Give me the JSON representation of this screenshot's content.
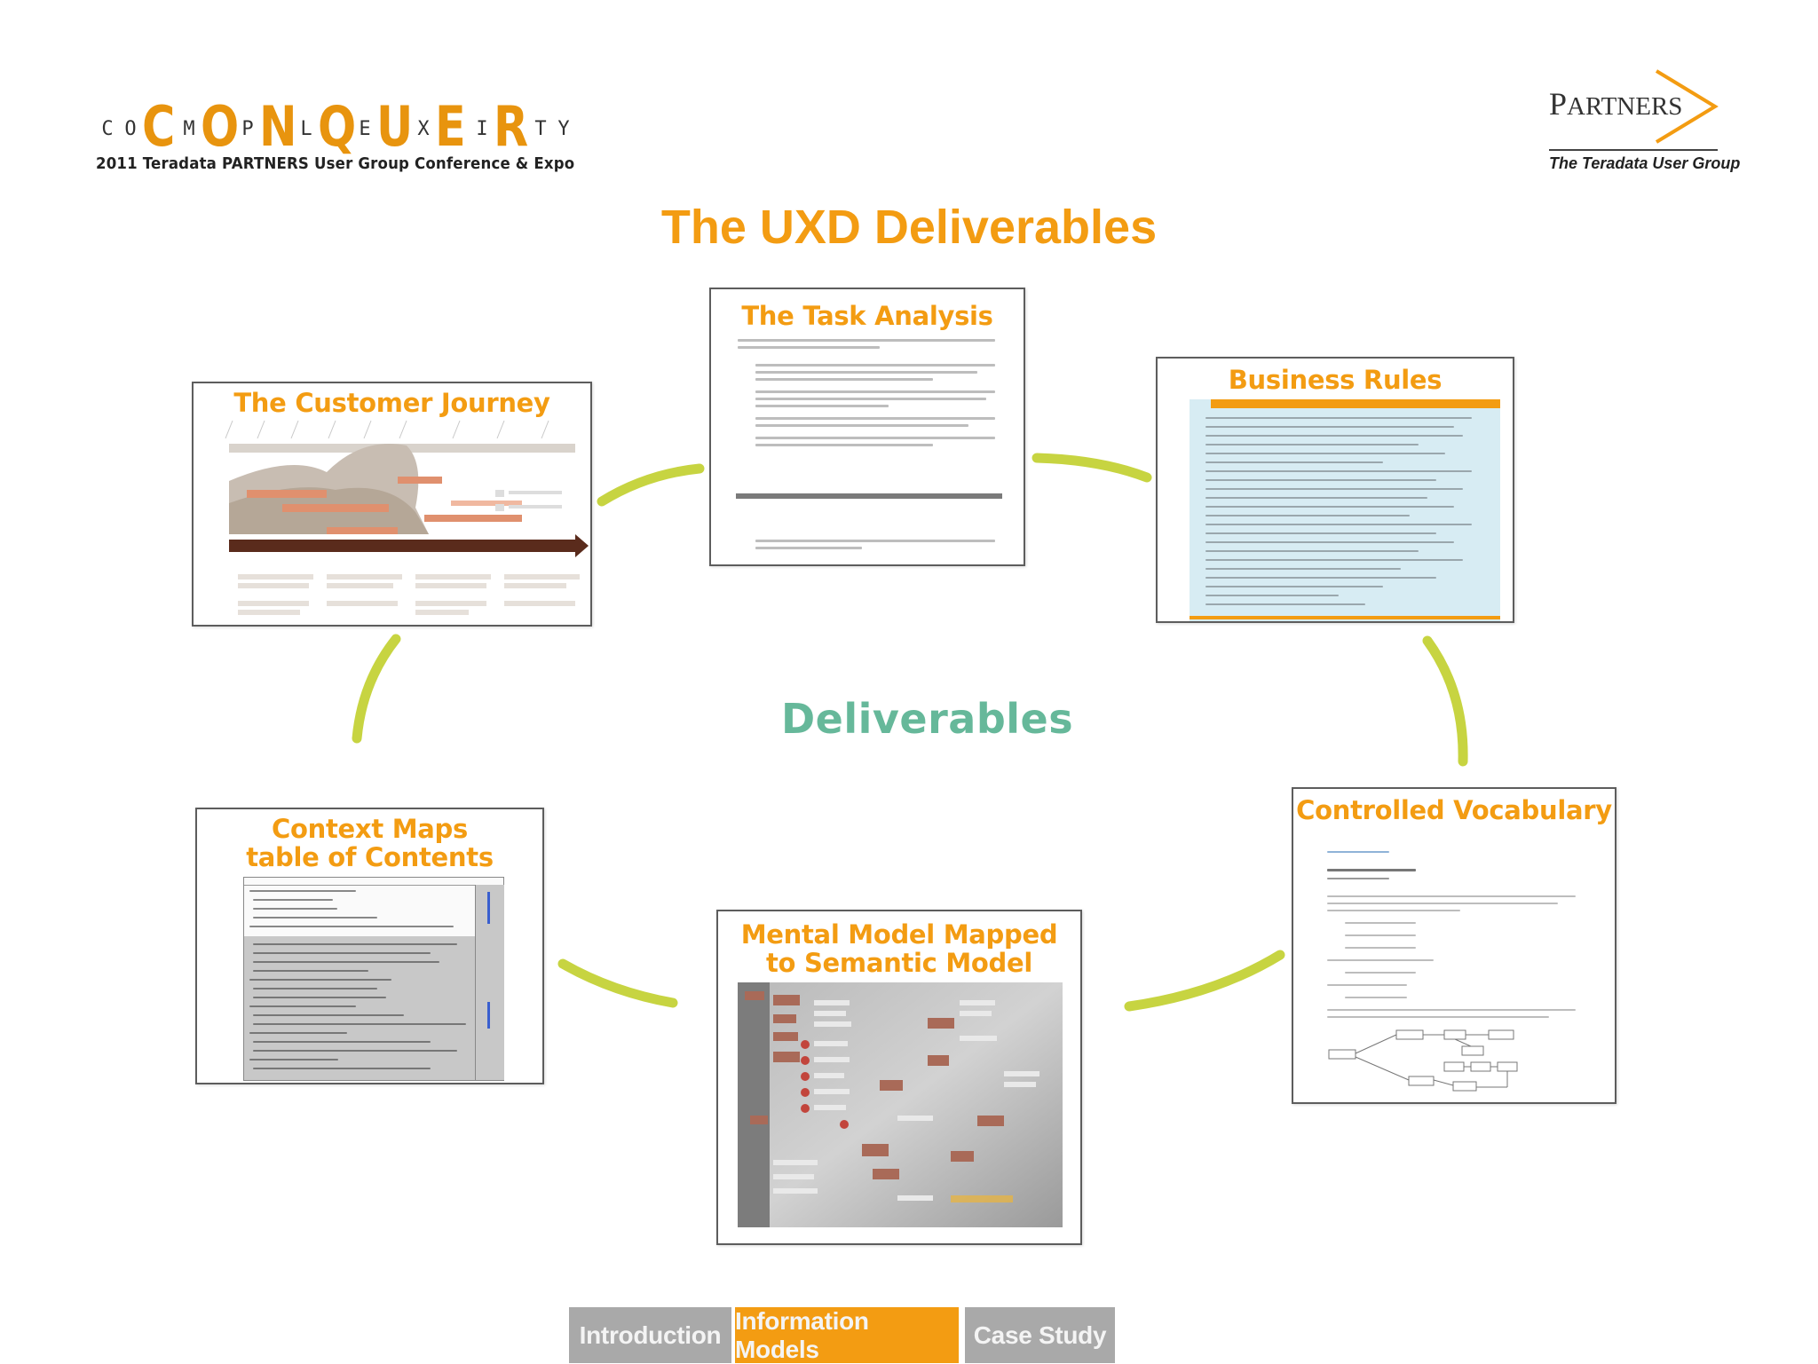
{
  "branding": {
    "conference_letters": [
      {
        "char": "C",
        "size": "small"
      },
      {
        "char": "O",
        "size": "small"
      },
      {
        "char": "C",
        "size": "big"
      },
      {
        "char": "M",
        "size": "small"
      },
      {
        "char": "O",
        "size": "big"
      },
      {
        "char": "P",
        "size": "small"
      },
      {
        "char": "N",
        "size": "big"
      },
      {
        "char": "L",
        "size": "small"
      },
      {
        "char": "Q",
        "size": "big"
      },
      {
        "char": "E",
        "size": "small"
      },
      {
        "char": "U",
        "size": "big"
      },
      {
        "char": "X",
        "size": "small"
      },
      {
        "char": "E",
        "size": "big"
      },
      {
        "char": "I",
        "size": "small"
      },
      {
        "char": "R",
        "size": "big"
      },
      {
        "char": "T",
        "size": "small"
      },
      {
        "char": "Y",
        "size": "small"
      }
    ],
    "conference_tagline": "2011 Teradata PARTNERS User Group Conference & Expo",
    "partners_first": "P",
    "partners_rest": "ARTNERS",
    "partners_subtitle": "The Teradata User Group"
  },
  "slide": {
    "title": "The UXD Deliverables",
    "center_label": "Deliverables"
  },
  "cards": {
    "task_analysis": {
      "title": "The Task Analysis"
    },
    "customer_journey": {
      "title": "The Customer Journey"
    },
    "business_rules": {
      "title": "Business Rules"
    },
    "context_maps": {
      "title_line1": "Context Maps",
      "title_line2": "table of Contents"
    },
    "mental_model": {
      "title_line1": "Mental Model Mapped",
      "title_line2": "to Semantic Model"
    },
    "controlled_vocabulary": {
      "title": "Controlled Vocabulary"
    }
  },
  "nav": {
    "introduction": "Introduction",
    "information_models": "Information Models",
    "case_study": "Case Study"
  },
  "colors": {
    "accent_orange": "#f39c12",
    "arc_green": "#c7d441",
    "center_label_teal": "#66b89a",
    "nav_inactive": "#a9a9a9",
    "business_rules_fill": "#d7ecf3"
  }
}
